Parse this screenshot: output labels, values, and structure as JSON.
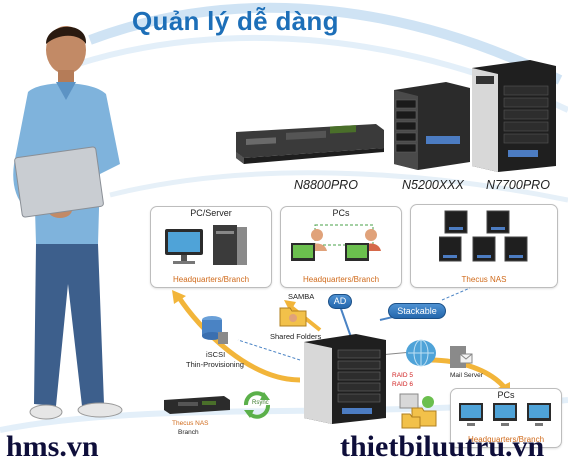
{
  "title": "Quản lý dễ dàng",
  "models": {
    "rack": "N8800PRO",
    "mid": "N5200XXX",
    "tower": "N7700PRO"
  },
  "panels": {
    "pc_server": {
      "title": "PC/Server",
      "caption": "Headquarters/Branch"
    },
    "pcs_top": {
      "title": "PCs",
      "caption": "Headquarters/Branch"
    },
    "thecus_nas": {
      "caption": "Thecus NAS"
    },
    "pcs_bottom": {
      "title": "PCs",
      "caption": "Headquarters/Branch"
    }
  },
  "labels": {
    "samba": "SAMBA",
    "ad": "AD",
    "stackable": "Stackable",
    "shared_folders": "Shared Folders",
    "iscsi": "iSCSI",
    "thin_provisioning": "Thin-Provisioning",
    "raid5": "RAID 5",
    "raid6": "RAID 6",
    "mail_server": "Mail Server",
    "rsync": "Rsync",
    "branch_nas": "Thecus NAS",
    "branch": "Branch"
  },
  "footer": {
    "left": "hms.vn",
    "right": "thietbiluutru.vn"
  },
  "colors": {
    "title": "#1d6fb8",
    "accent_orange": "#d06a1a",
    "footer": "#0e0e3a"
  }
}
